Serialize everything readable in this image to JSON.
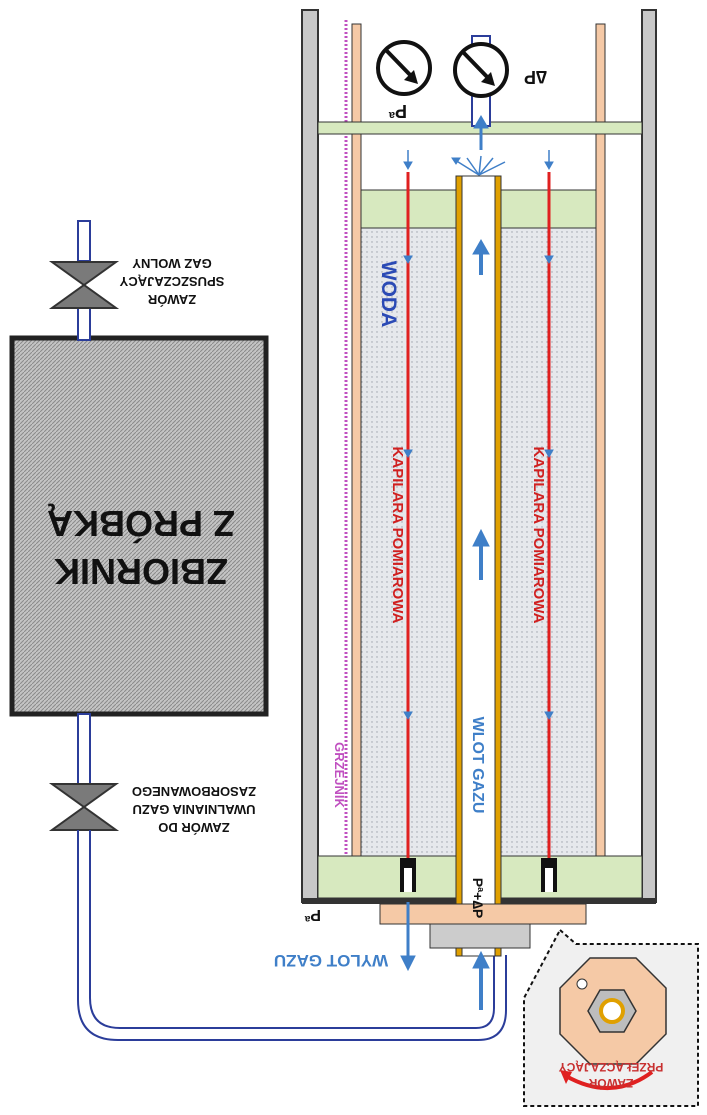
{
  "labels": {
    "tank_line1": "ZBIORNIK",
    "tank_line2": "Z PRÓBKĄ",
    "valve_top_line1": "ZAWÓR",
    "valve_top_line2": "SPUSZCZAJĄCY",
    "valve_top_line3": "GAZ WOLNY",
    "valve_bottom_line1": "ZAWÓR DO",
    "valve_bottom_line2": "UWALNIANIA GAZU",
    "valve_bottom_line3": "ZASORBOWANEGO",
    "water": "WODA",
    "capillary_left": "KAPILARA POMIAROWA",
    "capillary_right": "KAPILARA POMIAROWA",
    "heater": "GRZEJNIK",
    "gas_inlet": "WLOT GAZU",
    "gas_outlet": "WYLOT GAZU",
    "switch_valve_line1": "ZAWÓR",
    "switch_valve_line2": "PRZEŁĄCZAJĄCY",
    "pressure_a": "P",
    "pressure_a_sub": "a",
    "pressure_a_bottom": "P",
    "pressure_a_bottom_sub": "a",
    "delta_p": "∆P",
    "inlet_pressure": "P",
    "inlet_pressure_sub": "a",
    "inlet_pressure_plus": "+∆P"
  },
  "colors": {
    "tank_fill": "#b8b8b8",
    "water_fill": "#e4e6ea",
    "green_plate": "#d7e9bf",
    "capillary": "#e02020",
    "blue_text": "#3f7fc8",
    "red_text": "#c83030",
    "heater": "#c050c0",
    "tube_gold": "#e0a000",
    "pipe_blue": "#2b3d9a",
    "wall_gray": "#c8c8c8",
    "peach": "#f5c9a6"
  },
  "icons": [
    "valve-icon",
    "pressure-gauge-icon",
    "flow-arrow-icon",
    "switch-valve-icon"
  ]
}
